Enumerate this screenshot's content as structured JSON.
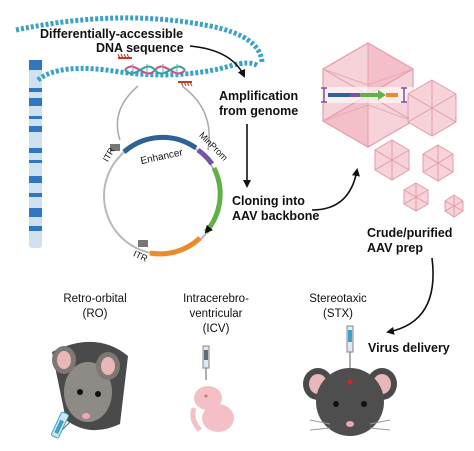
{
  "labels": {
    "dna_line1": "Differentially-accessible",
    "dna_line2": "DNA sequence",
    "amp_line1": "Amplification",
    "amp_line2": "from genome",
    "clone_line1": "Cloning into",
    "clone_line2": "AAV backbone",
    "prep_line1": "Crude/purified",
    "prep_line2": "AAV prep",
    "virus_delivery": "Virus delivery"
  },
  "plasmid": {
    "itr_left": "ITR",
    "itr_bottom": "ITR",
    "enhancer": "Enhancer",
    "minprom": "MinProm"
  },
  "routes": {
    "ro_line1": "Retro-orbital",
    "ro_line2": "(RO)",
    "icv_line1": "Intracerebro-",
    "icv_line2": "ventricular",
    "icv_line3": "(ICV)",
    "stx_line1": "Stereotaxic",
    "stx_line2": "(STX)"
  },
  "colors": {
    "chromosome": "#2f77c0",
    "dna_beads": "#3aa2c7",
    "helix_pink": "#e0457d",
    "helix_teal": "#2aa5a0",
    "enhancer": "#2c6295",
    "minprom": "#7653a6",
    "transgene_green": "#5fb346",
    "transgene_orange": "#ed8a2b",
    "capsid": "#f2a7b3"
  }
}
